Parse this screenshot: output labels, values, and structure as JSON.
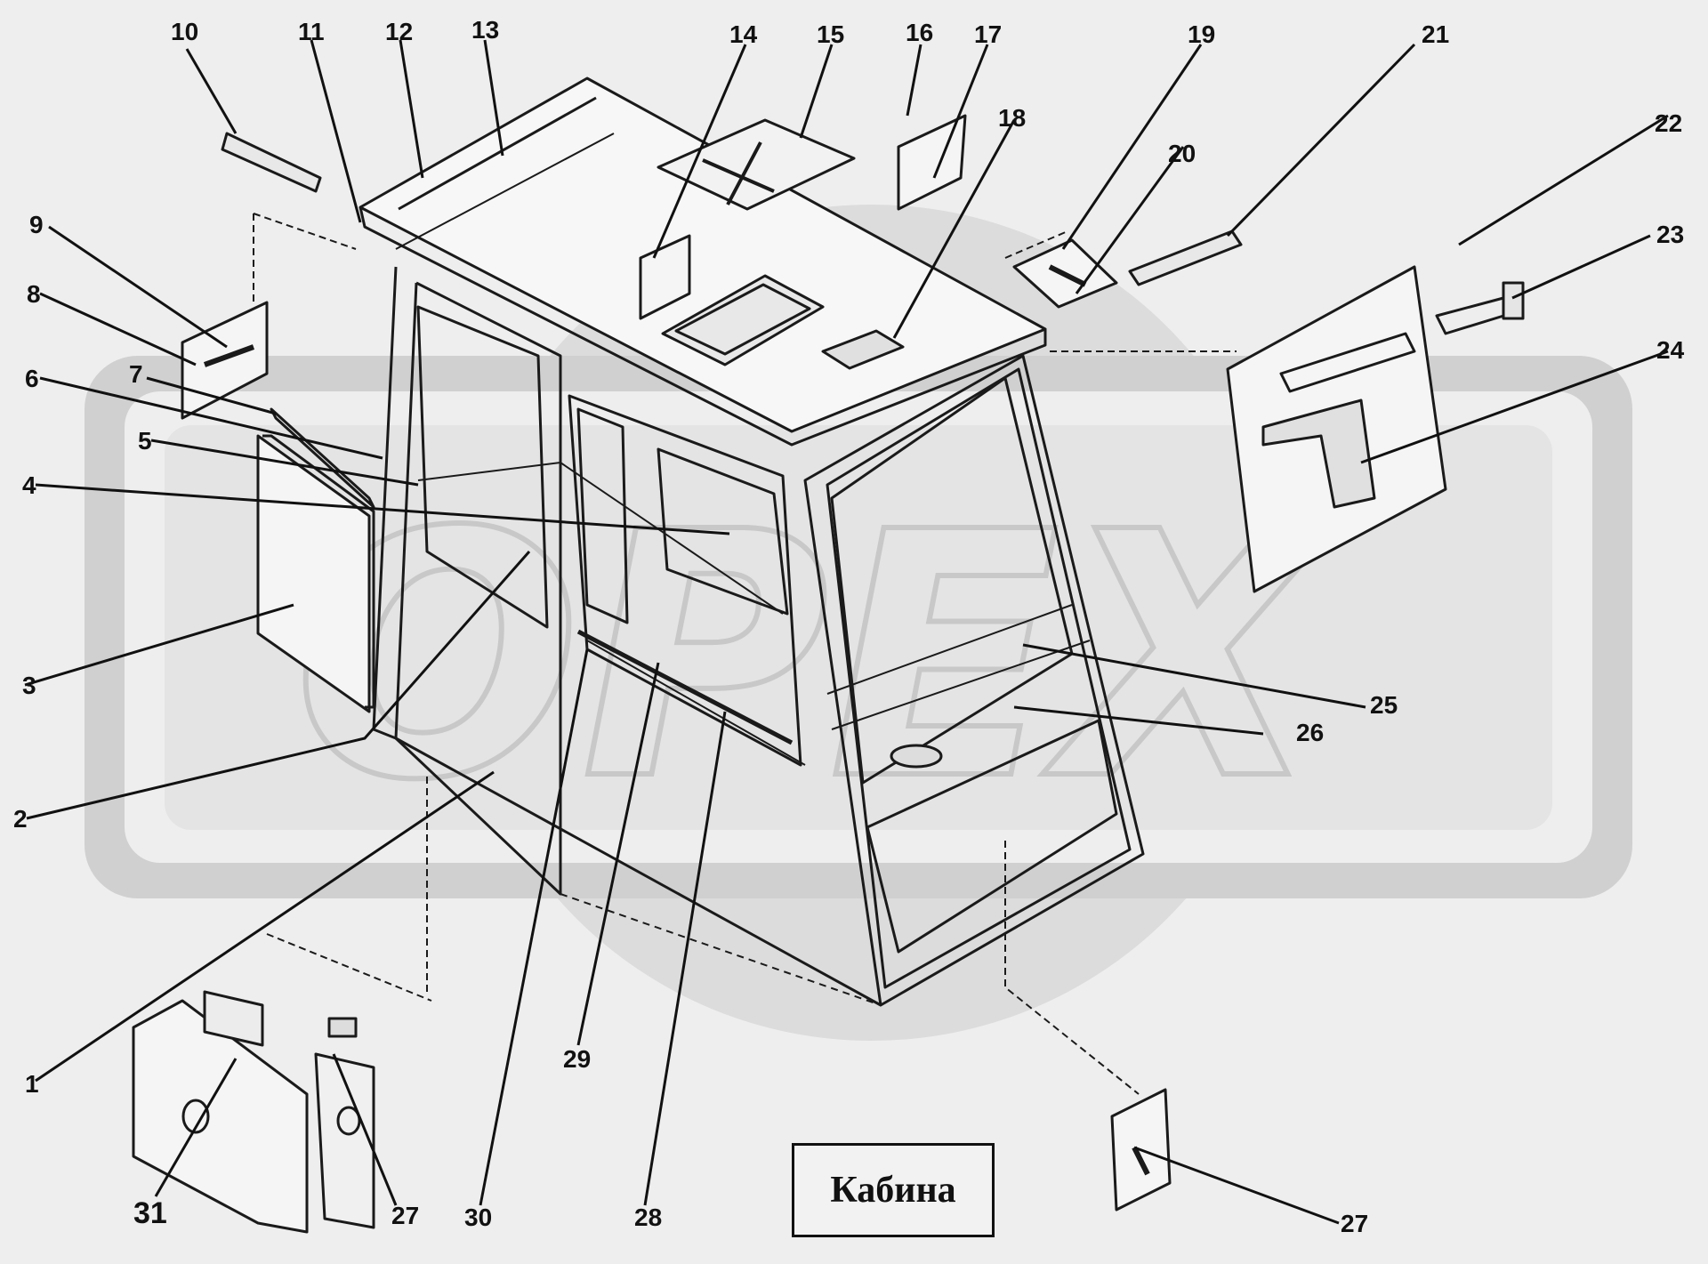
{
  "title": "Кабина",
  "watermark": {
    "text": "ОРЕХ",
    "color": "#cfcfcf"
  },
  "colors": {
    "background": "#eeeeee",
    "line": "#1a1a1a",
    "panel": "#f6f6f6"
  },
  "callouts": [
    {
      "id": "1",
      "label": "1"
    },
    {
      "id": "2",
      "label": "2"
    },
    {
      "id": "3",
      "label": "3"
    },
    {
      "id": "4",
      "label": "4"
    },
    {
      "id": "5",
      "label": "5"
    },
    {
      "id": "6",
      "label": "6"
    },
    {
      "id": "7",
      "label": "7"
    },
    {
      "id": "8",
      "label": "8"
    },
    {
      "id": "9",
      "label": "9"
    },
    {
      "id": "10",
      "label": "10"
    },
    {
      "id": "11",
      "label": "11"
    },
    {
      "id": "12",
      "label": "12"
    },
    {
      "id": "13",
      "label": "13"
    },
    {
      "id": "14",
      "label": "14"
    },
    {
      "id": "15",
      "label": "15"
    },
    {
      "id": "16",
      "label": "16"
    },
    {
      "id": "17",
      "label": "17"
    },
    {
      "id": "18",
      "label": "18"
    },
    {
      "id": "19",
      "label": "19"
    },
    {
      "id": "20",
      "label": "20"
    },
    {
      "id": "21",
      "label": "21"
    },
    {
      "id": "22",
      "label": "22"
    },
    {
      "id": "23",
      "label": "23"
    },
    {
      "id": "24",
      "label": "24"
    },
    {
      "id": "25",
      "label": "25"
    },
    {
      "id": "26",
      "label": "26"
    },
    {
      "id": "27a",
      "label": "27"
    },
    {
      "id": "27b",
      "label": "27"
    },
    {
      "id": "28",
      "label": "28"
    },
    {
      "id": "29",
      "label": "29"
    },
    {
      "id": "30",
      "label": "30"
    },
    {
      "id": "31",
      "label": "31"
    }
  ]
}
